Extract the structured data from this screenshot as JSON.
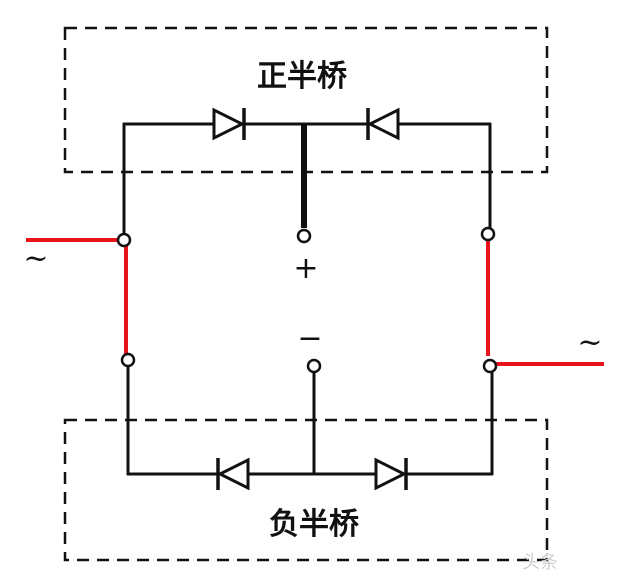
{
  "diagram": {
    "top_box_label": "正半桥",
    "bottom_box_label": "负半桥",
    "plus_sign": "+",
    "minus_sign": "−",
    "ac_left_symbol": "~",
    "ac_right_symbol": "~",
    "watermark": "头条"
  },
  "colors": {
    "line": "#111111",
    "ac_wire": "#e8141b",
    "background": "#ffffff"
  }
}
